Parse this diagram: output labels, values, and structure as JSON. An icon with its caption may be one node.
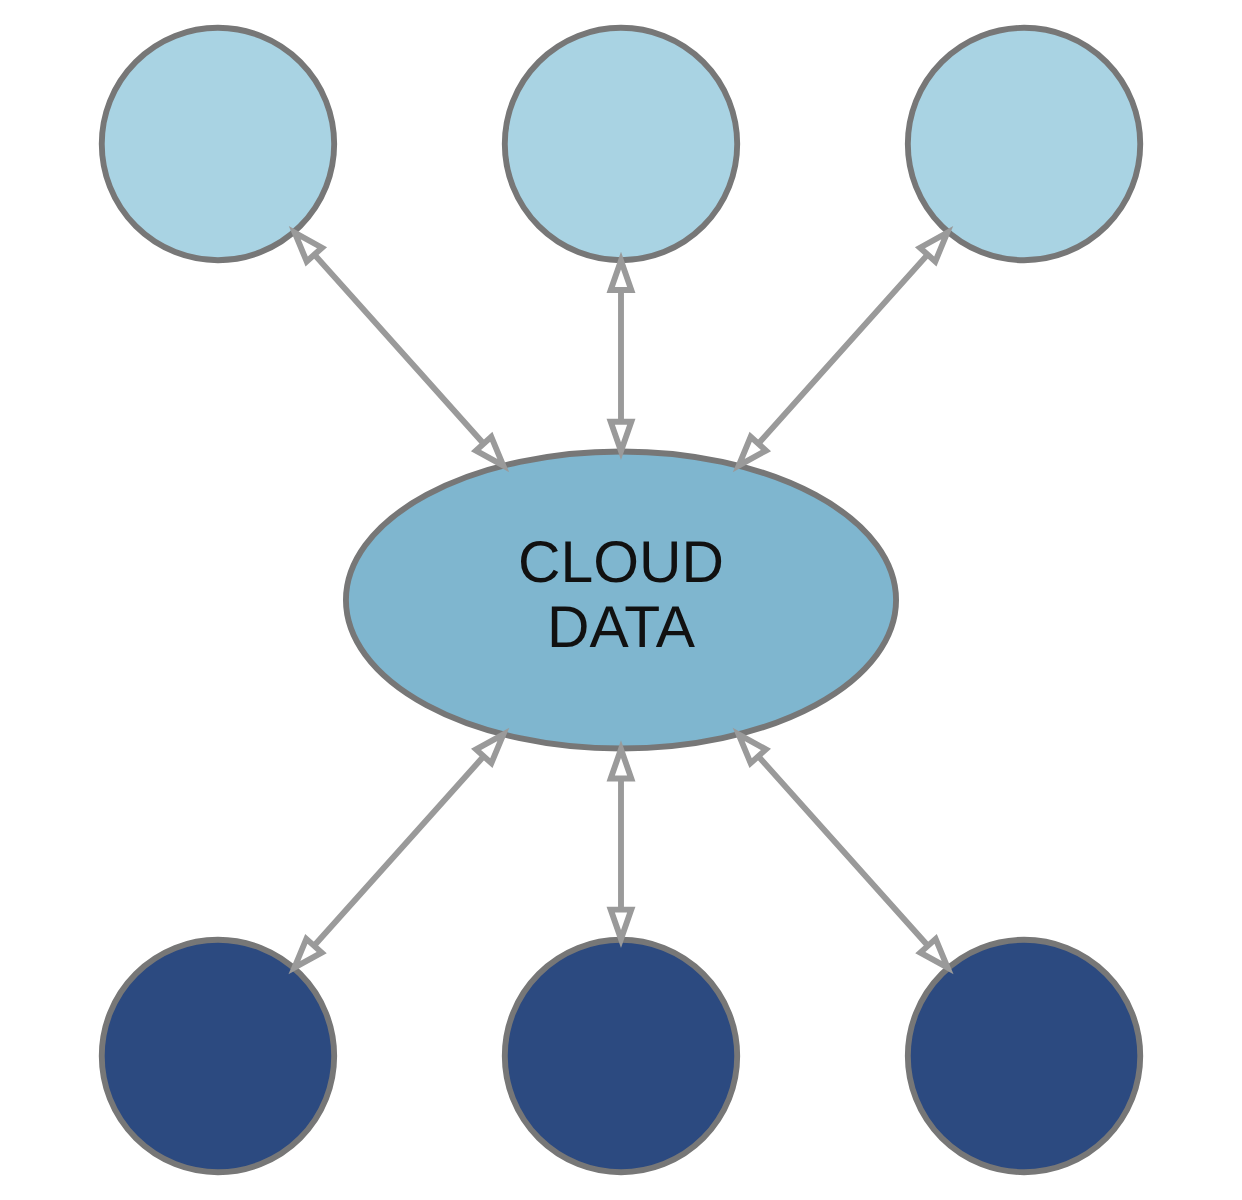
{
  "diagram": {
    "nodes": [
      {
        "text": [],
        "shape": "circle"
      },
      {
        "text": [],
        "shape": "circle"
      },
      {
        "text": [],
        "shape": "circle"
      },
      {
        "text": [
          "CLOUD",
          "DATA"
        ]
      },
      {
        "text": [],
        "shape": "circle"
      },
      {
        "text": [],
        "shape": "circle"
      },
      {
        "text": [],
        "shape": "circle"
      }
    ],
    "edges": [
      {
        "from": 1,
        "to": 3,
        "arrow": "both"
      },
      {
        "from": 0,
        "to": 3,
        "arrow": "both"
      },
      {
        "from": 2,
        "to": 3,
        "arrow": "both"
      },
      {
        "from": 3,
        "to": 4,
        "arrow": "both"
      },
      {
        "from": 3,
        "to": 6,
        "arrow": "both"
      },
      {
        "from": 3,
        "to": 5,
        "arrow": "both"
      }
    ]
  }
}
